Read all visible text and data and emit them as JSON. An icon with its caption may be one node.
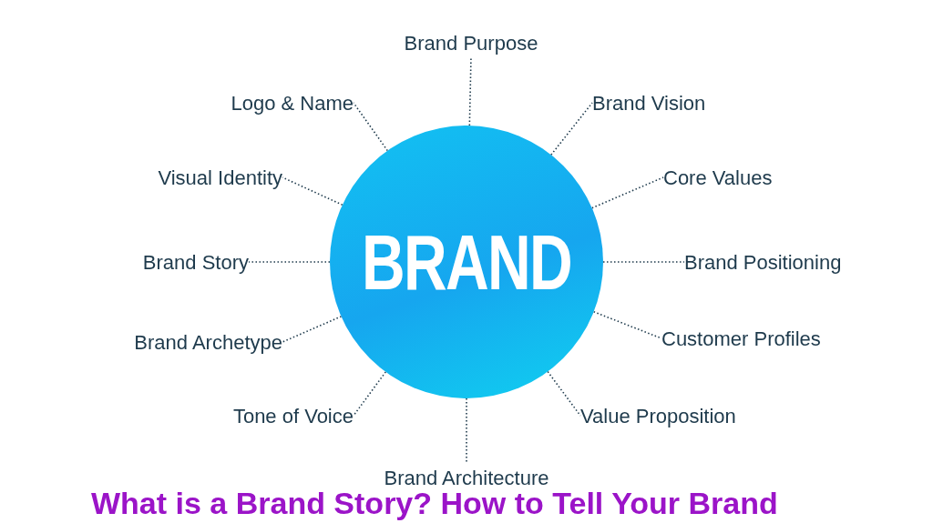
{
  "diagram": {
    "caption": "What is a Brand Story? How to Tell Your Brand",
    "nodes": [
      {
        "text": [
          "BRAND"
        ]
      },
      {
        "text": [
          "Brand Purpose"
        ]
      },
      {
        "text": [
          "Logo & Name"
        ]
      },
      {
        "text": [
          "Brand Vision"
        ]
      },
      {
        "text": [
          "Visual Identity"
        ]
      },
      {
        "text": [
          "Core Values"
        ]
      },
      {
        "text": [
          "Brand Story"
        ]
      },
      {
        "text": [
          "Brand Positioning"
        ]
      },
      {
        "text": [
          "Brand Archetype"
        ]
      },
      {
        "text": [
          "Customer Profiles"
        ]
      },
      {
        "text": [
          "Tone of Voice"
        ]
      },
      {
        "text": [
          "Value Proposition"
        ]
      },
      {
        "text": [
          "Brand Architecture"
        ]
      }
    ],
    "edges": [
      {
        "from": 0,
        "to": 1,
        "arrow": "none"
      },
      {
        "from": 0,
        "to": 2,
        "arrow": "none"
      },
      {
        "from": 0,
        "to": 3,
        "arrow": "none"
      },
      {
        "from": 0,
        "to": 4,
        "arrow": "none"
      },
      {
        "from": 0,
        "to": 5,
        "arrow": "none"
      },
      {
        "from": 0,
        "to": 6,
        "arrow": "none"
      },
      {
        "from": 0,
        "to": 7,
        "arrow": "none"
      },
      {
        "from": 0,
        "to": 8,
        "arrow": "none"
      },
      {
        "from": 0,
        "to": 9,
        "arrow": "none"
      },
      {
        "from": 0,
        "to": 10,
        "arrow": "none"
      },
      {
        "from": 0,
        "to": 11,
        "arrow": "none"
      },
      {
        "from": 0,
        "to": 12,
        "arrow": "none"
      }
    ]
  }
}
